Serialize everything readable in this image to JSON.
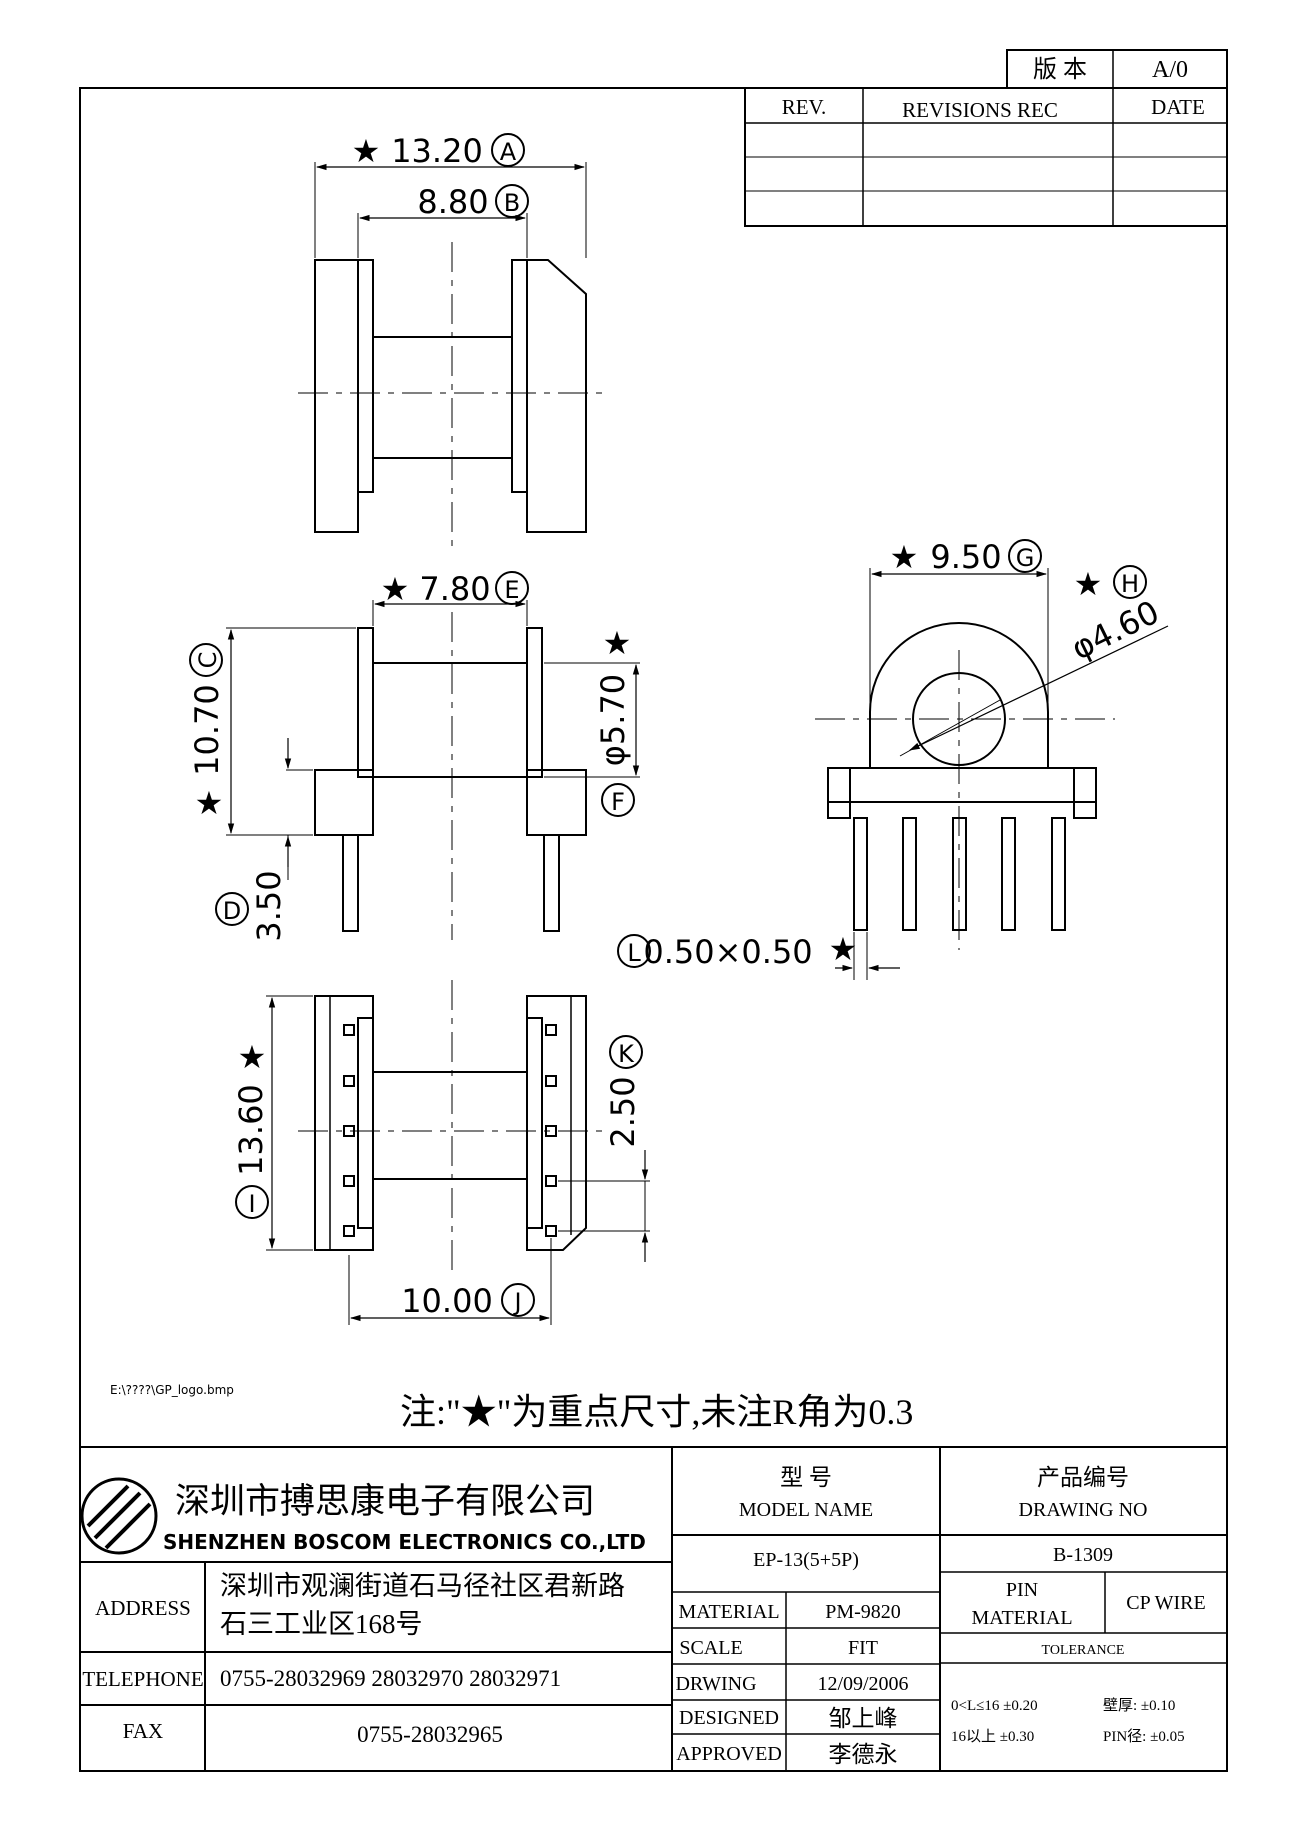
{
  "revision_block": {
    "version_label": "版 本",
    "version_value": "A/0",
    "col_rev": "REV.",
    "col_revisions": "REVISIONS REC",
    "col_date": "DATE"
  },
  "dimensions": {
    "A": {
      "value": "13.20",
      "letter": "A",
      "key": true
    },
    "B": {
      "value": "8.80",
      "letter": "B",
      "key": false
    },
    "C": {
      "value": "10.70",
      "letter": "C",
      "key": true
    },
    "D": {
      "value": "3.50",
      "letter": "D",
      "key": false
    },
    "E": {
      "value": "7.80",
      "letter": "E",
      "key": true
    },
    "F": {
      "value": "φ5.70",
      "letter": "F",
      "key": true
    },
    "G": {
      "value": "9.50",
      "letter": "G",
      "key": true
    },
    "H": {
      "value": "φ4.60",
      "letter": "H",
      "key": true
    },
    "I": {
      "value": "13.60",
      "letter": "I",
      "key": true
    },
    "J": {
      "value": "10.00",
      "letter": "J",
      "key": false
    },
    "K": {
      "value": "2.50",
      "letter": "K",
      "key": false
    },
    "L": {
      "value": "0.50×0.50",
      "letter": "L",
      "key": true
    }
  },
  "star_symbol": "★",
  "logo_path": "E:\\????\\GP_logo.bmp",
  "note": "注:\"★\"为重点尺寸,未注R角为0.3",
  "title_block": {
    "company_cn": "深圳市搏思康电子有限公司",
    "company_en": "SHENZHEN BOSCOM ELECTRONICS CO.,LTD",
    "address_label": "ADDRESS",
    "address_line1": "深圳市观澜街道石马径社区君新路",
    "address_line2": "石三工业区168号",
    "telephone_label": "TELEPHONE",
    "telephone_value": "0755-28032969 28032970 28032971",
    "fax_label": "FAX",
    "fax_value": "0755-28032965",
    "model_cn": "型      号",
    "model_en": "MODEL NAME",
    "model_value": "EP-13(5+5P)",
    "drawing_cn": "产品编号",
    "drawing_en": "DRAWING NO",
    "drawing_value": "B-1309",
    "material_label": "MATERIAL",
    "material_value": "PM-9820",
    "scale_label": "SCALE",
    "scale_value": "FIT",
    "drwing_label": "DRWING",
    "drwing_value": "12/09/2006",
    "designed_label": "DESIGNED",
    "designed_value": "邹上峰",
    "approved_label": "APPROVED",
    "approved_value": "李德永",
    "pin_label_1": "PIN",
    "pin_label_2": "MATERIAL",
    "pin_value": "CP WIRE",
    "tolerance_label": "TOLERANCE",
    "tol_row1_a": "0<L≤16  ±0.20",
    "tol_row1_b": "壁厚:  ±0.10",
    "tol_row2_a": "16以上    ±0.30",
    "tol_row2_b": "PIN径: ±0.05"
  }
}
